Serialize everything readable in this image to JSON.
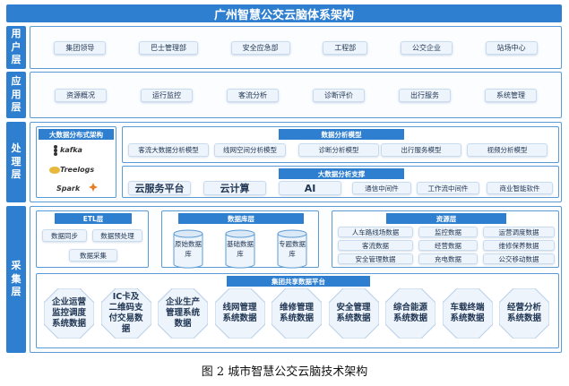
{
  "title": "广州智慧公交云脑体系架构",
  "layers": {
    "user": {
      "label": "用户层",
      "items": [
        "集团领导",
        "巴士管理部",
        "安全应急部",
        "工程部",
        "公交企业",
        "站场中心"
      ]
    },
    "app": {
      "label": "应用层",
      "items": [
        "资源概况",
        "运行监控",
        "客流分析",
        "诊断评价",
        "出行服务",
        "系统管理"
      ]
    },
    "process": {
      "label": "处理层",
      "bigdata": {
        "title": "大数据分布式架构",
        "logos": [
          "kafka",
          "Treelogs",
          "Spark"
        ]
      },
      "models": {
        "title": "数据分析模型",
        "items": [
          "客流大数据分析模型",
          "线网空间分析模型",
          "诊断分析模型",
          "出行服务模型",
          "视频分析模型"
        ]
      },
      "support": {
        "title": "大数据分析支撑",
        "items": [
          "云服务平台",
          "云计算",
          "AI",
          "通信中间件",
          "工作流中间件",
          "商业智能软件"
        ]
      }
    },
    "collect": {
      "label": "采集层",
      "etl": {
        "title": "ETL层",
        "items": [
          "数据同步",
          "数据预处理",
          "数据采集"
        ]
      },
      "datastore": {
        "title": "数据库层",
        "items": [
          "原始数据库",
          "基础数据库",
          "专题数据库"
        ]
      },
      "resource": {
        "title": "资源层",
        "items": [
          "人车路线场数据",
          "监控数据",
          "运营调度数据",
          "客流数据",
          "经营数据",
          "维修保养数据",
          "安全管理数据",
          "充电数据",
          "公交移动数据"
        ]
      },
      "platform": {
        "title": "集团共享数据平台",
        "items": [
          "企业运营监控调度系统数据",
          "IC卡及二维码支付交易数据",
          "企业生产管理系统数据",
          "线网管理系统数据",
          "维修管理系统数据",
          "安全管理系统数据",
          "综合能源系统数据",
          "车载终端系统数据",
          "经营分析系统数据"
        ]
      }
    }
  },
  "caption": "图 2  城市智慧公交云脑技术架构",
  "colors": {
    "accent": "#2f7fd0",
    "border": "#5b9bd5",
    "chip_bg": "#eef4fb"
  }
}
